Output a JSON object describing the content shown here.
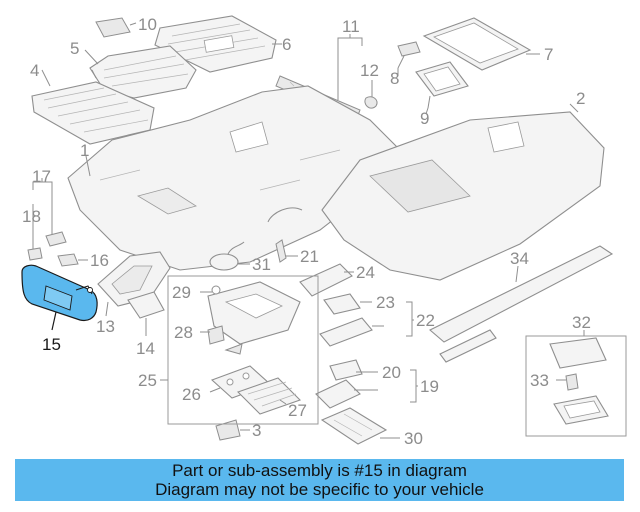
{
  "callouts": {
    "c1": "1",
    "c2": "2",
    "c3": "3",
    "c4": "4",
    "c5": "5",
    "c6": "6",
    "c7": "7",
    "c8": "8",
    "c9": "9",
    "c10": "10",
    "c11": "11",
    "c12": "12",
    "c13": "13",
    "c14": "14",
    "c15": "15",
    "c16": "16",
    "c17": "17",
    "c18": "18",
    "c19": "19",
    "c20": "20",
    "c21": "21",
    "c22": "22",
    "c23": "23",
    "c24": "24",
    "c25": "25",
    "c26": "26",
    "c27": "27",
    "c28": "28",
    "c29": "29",
    "c30": "30",
    "c31": "31",
    "c32": "32",
    "c33": "33",
    "c34": "34"
  },
  "highlight": {
    "part": "15",
    "color": "#5ab8ee"
  },
  "banner": {
    "line1": "Part or sub-assembly is #15 in diagram",
    "line2": "Diagram may not be specific to your vehicle",
    "color": "#5ab8ee"
  }
}
